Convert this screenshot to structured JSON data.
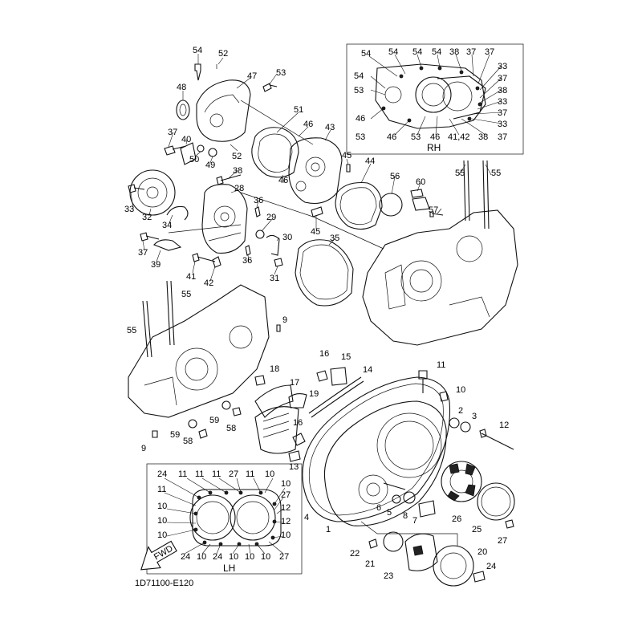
{
  "diagram": {
    "code": "1D71100-E120",
    "fwd_label": "FWD",
    "inset_rh_label": "RH",
    "inset_lh_label": "LH",
    "callouts": [
      "54",
      "52",
      "53",
      "47",
      "48",
      "51",
      "46",
      "43",
      "37",
      "40",
      "50",
      "49",
      "52",
      "38",
      "45",
      "44",
      "56",
      "60",
      "55",
      "55",
      "33",
      "32",
      "28",
      "36",
      "46",
      "34",
      "29",
      "57",
      "45",
      "35",
      "30",
      "37",
      "39",
      "36",
      "41",
      "42",
      "31",
      "55",
      "55",
      "9",
      "16",
      "15",
      "14",
      "18",
      "17",
      "11",
      "10",
      "19",
      "2",
      "3",
      "12",
      "59",
      "58",
      "58",
      "59",
      "16",
      "13",
      "9",
      "4",
      "6",
      "5",
      "8",
      "7",
      "26",
      "25",
      "1",
      "27",
      "22",
      "21",
      "23",
      "20",
      "24"
    ],
    "rh_callouts": [
      "54",
      "54",
      "54",
      "54",
      "38",
      "37",
      "37",
      "54",
      "33",
      "37",
      "53",
      "38",
      "33",
      "46",
      "37",
      "53",
      "46",
      "53",
      "46",
      "41,42",
      "38",
      "33",
      "37"
    ],
    "lh_callouts": [
      "24",
      "11",
      "11",
      "11",
      "27",
      "11",
      "10",
      "10",
      "11",
      "27",
      "10",
      "12",
      "10",
      "12",
      "10",
      "10",
      "24",
      "10",
      "24",
      "10",
      "10",
      "10",
      "27"
    ]
  }
}
